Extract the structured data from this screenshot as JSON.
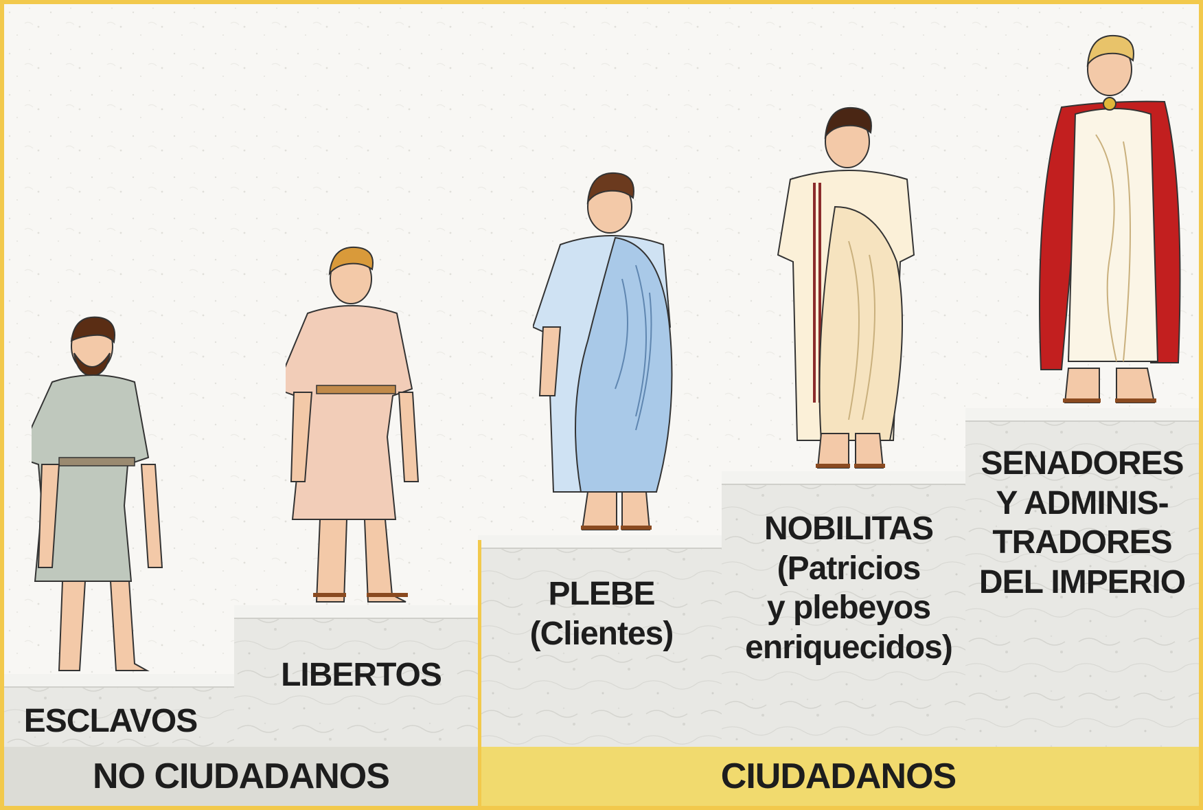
{
  "groups": {
    "no_ciudadanos": "NO CIUDADANOS",
    "ciudadanos": "CIUDADANOS"
  },
  "classes": {
    "esclavos": [
      "ESCLAVOS"
    ],
    "libertos": [
      "LIBERTOS"
    ],
    "plebe": [
      "PLEBE",
      "(Clientes)"
    ],
    "nobilitas": [
      "NOBILITAS",
      "(Patricios",
      "y plebeyos",
      "enriquecidos)"
    ],
    "senadores": [
      "SENADORES",
      "Y ADMINIS-",
      "TRADORES",
      "DEL IMPERIO"
    ]
  },
  "colors": {
    "border": "#f2c94c",
    "ciudadanos_band": "#f1da6e",
    "no_ciudadanos_band": "#dcdcd6",
    "plebe_toga": "#a9c9e8",
    "senator_cloak": "#c21f1f"
  }
}
